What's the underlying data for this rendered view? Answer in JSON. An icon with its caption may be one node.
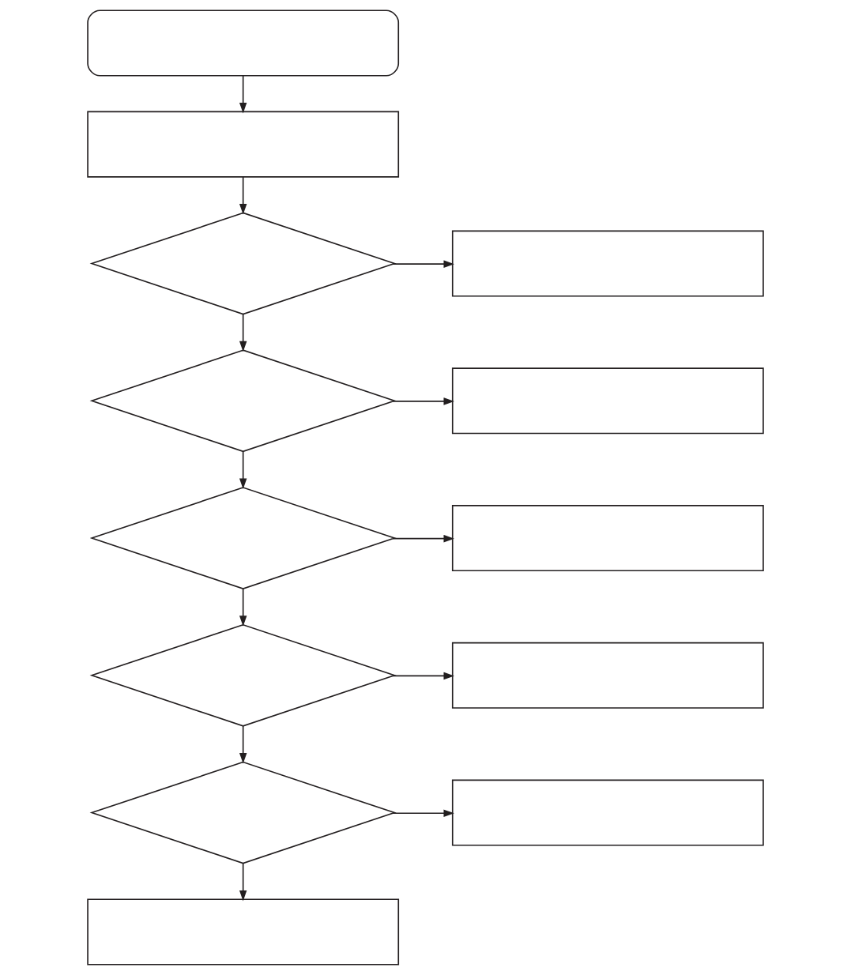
{
  "diagram": {
    "nodes": [
      {
        "text": [],
        "shape": "stadium"
      },
      {
        "text": [],
        "shape": "box"
      },
      {
        "text": [],
        "shape": "diamond"
      },
      {
        "text": [],
        "shape": "box"
      },
      {
        "text": [],
        "shape": "diamond"
      },
      {
        "text": [],
        "shape": "box"
      },
      {
        "text": [],
        "shape": "diamond"
      },
      {
        "text": [],
        "shape": "box"
      },
      {
        "text": [],
        "shape": "diamond"
      },
      {
        "text": [],
        "shape": "box"
      },
      {
        "text": [],
        "shape": "diamond"
      },
      {
        "text": [],
        "shape": "box"
      },
      {
        "text": [],
        "shape": "box"
      }
    ],
    "edges": [
      {
        "from": 0,
        "to": 1,
        "arrow": "to"
      },
      {
        "from": 1,
        "to": 2,
        "arrow": "to"
      },
      {
        "from": 2,
        "to": 3,
        "arrow": "to"
      },
      {
        "from": 2,
        "to": 4,
        "arrow": "to"
      },
      {
        "from": 4,
        "to": 5,
        "arrow": "to"
      },
      {
        "from": 4,
        "to": 6,
        "arrow": "to"
      },
      {
        "from": 6,
        "to": 7,
        "arrow": "to"
      },
      {
        "from": 6,
        "to": 8,
        "arrow": "to"
      },
      {
        "from": 8,
        "to": 9,
        "arrow": "to"
      },
      {
        "from": 8,
        "to": 10,
        "arrow": "to"
      },
      {
        "from": 10,
        "to": 11,
        "arrow": "to"
      },
      {
        "from": 10,
        "to": 12,
        "arrow": "to"
      }
    ]
  }
}
